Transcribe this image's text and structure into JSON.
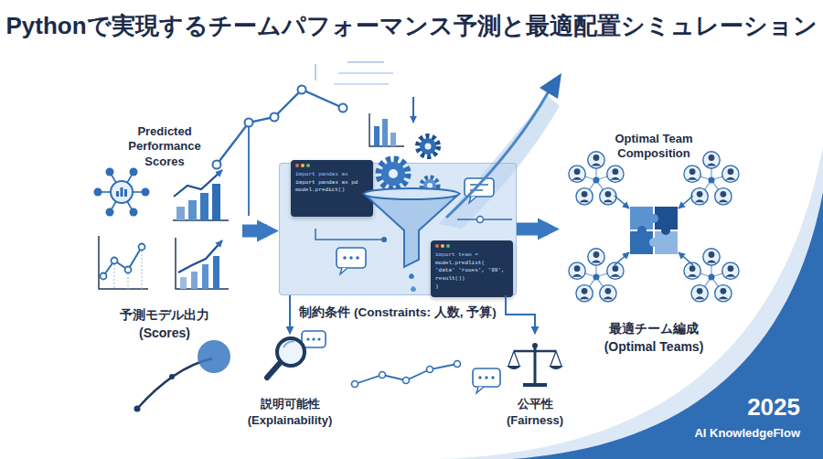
{
  "diagram": {
    "title": "Pythonで実現するチームパフォーマンス予測と最適配置シミュレーション",
    "nodes": [
      {
        "text": [
          "Predicted Performance Scores",
          "予測モデル出力 (Scores)"
        ]
      },
      {
        "text": [
          "制約条件 (Constraints: 人数, 予算)"
        ]
      },
      {
        "text": [
          "import pandas as",
          "import pandas as pd",
          "model.predict()"
        ],
        "in": 1
      },
      {
        "text": [
          "import team =",
          "model.predlist(",
          "'data' 'rooes', '99',",
          "result())",
          ")"
        ],
        "in": 1
      },
      {
        "text": [
          "説明可能性 (Explainability)"
        ]
      },
      {
        "text": [
          "公平性 (Fairness)"
        ]
      },
      {
        "text": [
          "Optimal Team Composition",
          "最適チーム編成 (Optimal Teams)"
        ]
      }
    ],
    "edges": [
      {
        "from": 0,
        "to": 1,
        "arrow": "to"
      },
      {
        "from": 1,
        "to": 6,
        "arrow": "to"
      },
      {
        "from": 1,
        "to": 4,
        "arrow": "to"
      },
      {
        "from": 1,
        "to": 5,
        "arrow": "to"
      }
    ],
    "labels": [
      "2025",
      "AI KnowledgeFlow"
    ]
  }
}
